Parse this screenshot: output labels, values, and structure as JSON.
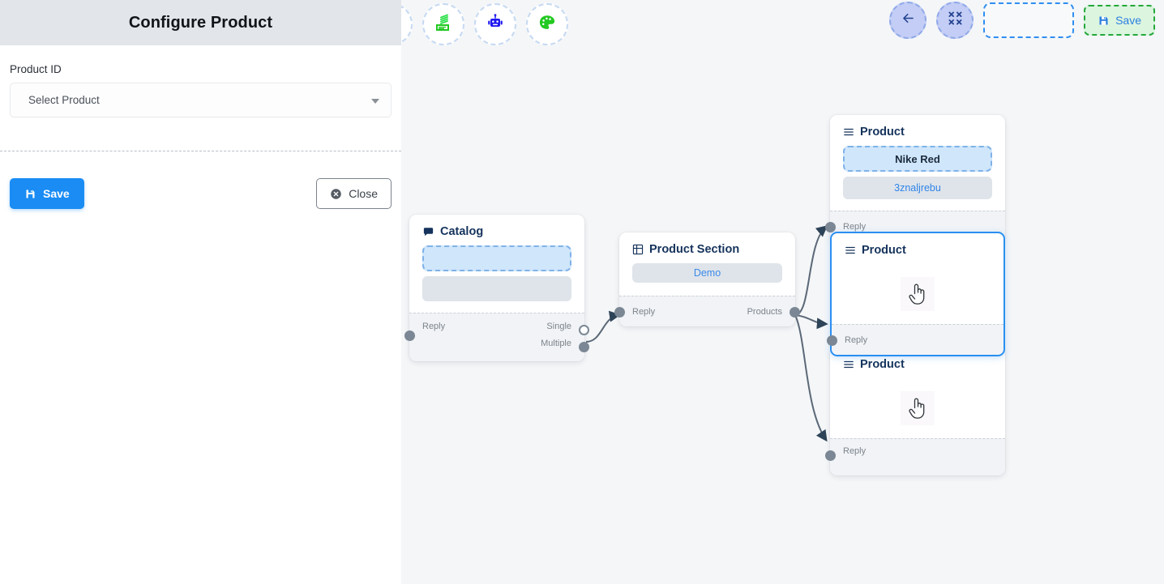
{
  "panel": {
    "title": "Configure Product",
    "field_label": "Product ID",
    "select_placeholder": "Select Product",
    "save_label": "Save",
    "close_label": "Close",
    "save_icon": "save-icon",
    "close_icon": "close-circle-icon"
  },
  "toolbar": {
    "left_tools": [
      {
        "name": "stack-icon",
        "color": "#22c921"
      },
      {
        "name": "robot-icon",
        "color": "#1f18f0"
      },
      {
        "name": "palette-icon",
        "color": "#22c921"
      }
    ],
    "back_icon": "arrow-left-icon",
    "collapse_icon": "collapse-icon",
    "empty_slot_label": "",
    "save_label": "Save",
    "save_icon": "save-icon",
    "save_accent": "#2a7fe0",
    "save_border": "#24a83b",
    "save_bg": "#dcf5df"
  },
  "canvas": {
    "background": "#f4f6f8",
    "edge_color": "#5b6877",
    "selected_border": "#2a8ff0",
    "nodes": [
      {
        "id": "catalog",
        "title": "Catalog",
        "icon": "chat-bubble-icon",
        "slots": [
          {
            "kind": "dashed",
            "text": ""
          },
          {
            "kind": "grey",
            "text": ""
          }
        ],
        "ports_in": [
          "Reply"
        ],
        "ports_out": [
          "Single",
          "Multiple"
        ],
        "selected": false
      },
      {
        "id": "product-section",
        "title": "Product Section",
        "icon": "grid-icon",
        "slots": [
          {
            "kind": "demo",
            "text": "Demo"
          }
        ],
        "ports_in": [
          "Reply"
        ],
        "ports_out": [
          "Products"
        ],
        "selected": false
      },
      {
        "id": "product-1",
        "title": "Product",
        "icon": "list-icon",
        "slots": [
          {
            "kind": "dashed",
            "text": "Nike Red"
          },
          {
            "kind": "grey",
            "text": "3znaljrebu"
          }
        ],
        "ports_in": [
          "Reply"
        ],
        "ports_out": [],
        "selected": false
      },
      {
        "id": "product-2",
        "title": "Product",
        "icon": "list-icon",
        "slots": [],
        "body_cursor": "hand-pointer-icon",
        "ports_in": [
          "Reply"
        ],
        "ports_out": [],
        "selected": true
      },
      {
        "id": "product-3",
        "title": "Product",
        "icon": "list-icon",
        "slots": [],
        "body_cursor": "hand-pointer-icon",
        "ports_in": [
          "Reply"
        ],
        "ports_out": [],
        "selected": false
      }
    ]
  }
}
